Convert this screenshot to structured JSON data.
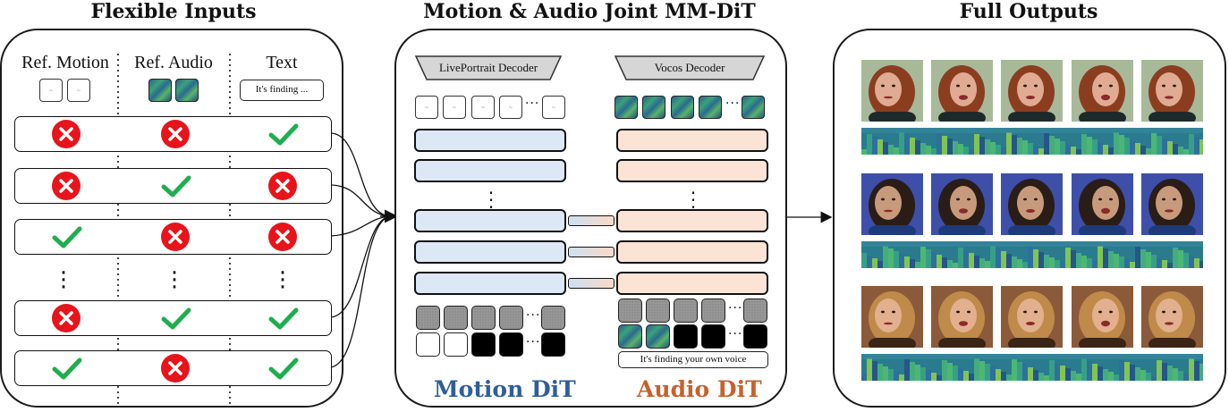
{
  "titles": {
    "left": "Flexible Inputs",
    "middle": "Motion & Audio Joint MM-DiT",
    "right": "Full Outputs"
  },
  "inputs": {
    "columns": [
      "Ref. Motion",
      "Ref. Audio",
      "Text"
    ],
    "text_prompt": "It's finding ...",
    "rows": [
      [
        "cross",
        "cross",
        "check"
      ],
      [
        "cross",
        "check",
        "cross"
      ],
      [
        "check",
        "cross",
        "cross"
      ],
      [
        "cross",
        "check",
        "check"
      ],
      [
        "check",
        "cross",
        "check"
      ]
    ],
    "colors": {
      "check": "#1fae4e",
      "cross": "#e8141b"
    }
  },
  "mmdit": {
    "motion_decoder": "LivePortrait Decoder",
    "audio_decoder": "Vocos Decoder",
    "text_prompt": "It's finding your own voice",
    "motion_label": "Motion DiT",
    "audio_label": "Audio DiT",
    "colors": {
      "motion": "#2e5f9a",
      "audio": "#c5622c",
      "motion_block": "#dce8f6",
      "audio_block": "#fbe3d6"
    }
  },
  "outputs": {
    "groups": [
      {
        "background": "#a8b99a",
        "hair": "#8a3e1f",
        "skin": "#e0ab92",
        "shirt": "#1e2a2a"
      },
      {
        "background": "#3d4fa8",
        "hair": "#2a1d17",
        "skin": "#c89a7c",
        "shirt": "#1d3a7a"
      },
      {
        "background": "#8a5a3a",
        "hair": "#c08a4a",
        "skin": "#e2b08e",
        "shirt": "#3a2416"
      }
    ]
  }
}
